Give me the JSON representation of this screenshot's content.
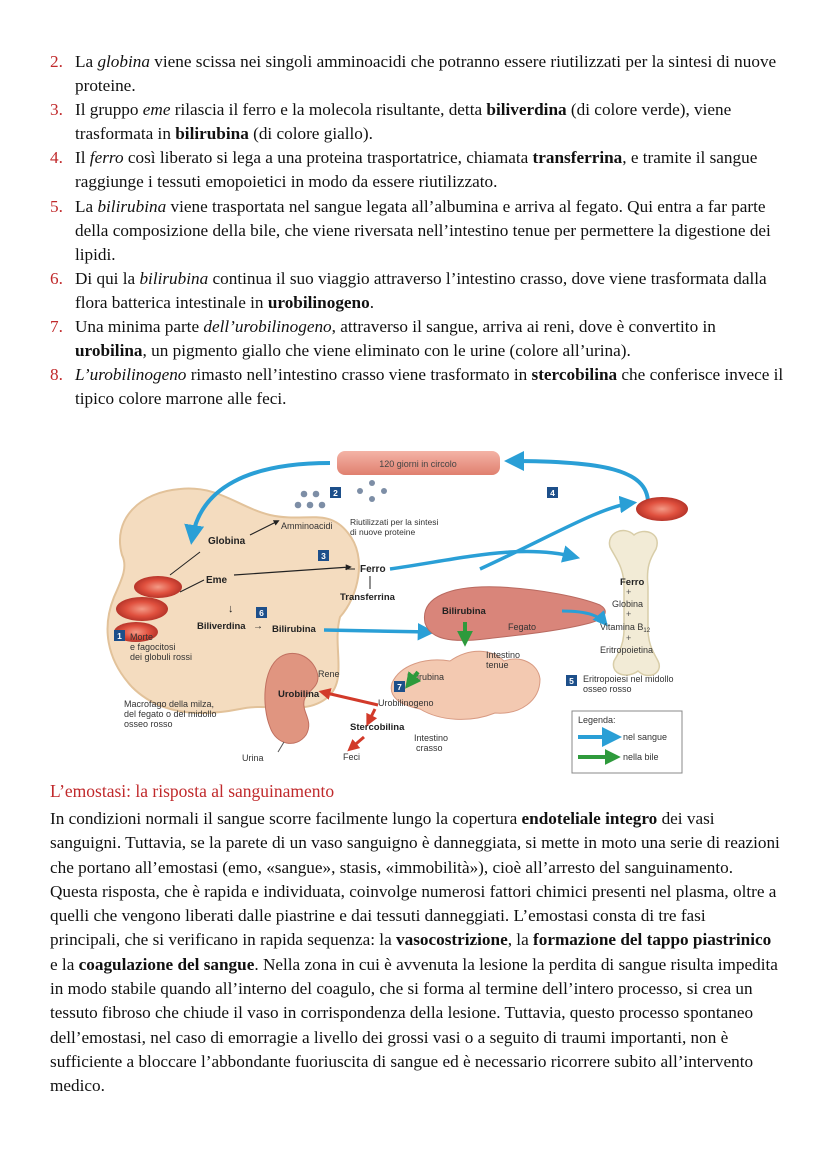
{
  "steps": [
    {
      "num": "2.",
      "parts": [
        " La ",
        {
          "i": "globina"
        },
        " viene scissa nei singoli amminoacidi che potranno essere riutilizzati per la sintesi di nuove proteine."
      ]
    },
    {
      "num": "3.",
      "parts": [
        "Il gruppo ",
        {
          "i": "eme"
        },
        " rilascia il ferro e la molecola risultante, detta ",
        {
          "b": "biliverdina"
        },
        " (di colore verde), viene trasformata in ",
        {
          "b": "bilirubina"
        },
        " (di colore giallo)."
      ]
    },
    {
      "num": "4.",
      "parts": [
        "Il ",
        {
          "i": "ferro"
        },
        " così liberato si lega a una proteina trasportatrice, chiamata ",
        {
          "b": "transferrina"
        },
        ", e tramite il sangue raggiunge i tessuti emopoietici in modo da essere riutilizzato."
      ]
    },
    {
      "num": "5.",
      "parts": [
        "La ",
        {
          "i": "bilirubina"
        },
        " viene trasportata nel sangue legata all’albumina e arriva al fegato. Qui entra a far parte della composizione della bile, che viene riversata nell’intestino tenue per permettere la digestione dei lipidi."
      ]
    },
    {
      "num": "6.",
      "parts": [
        "Di qui la ",
        {
          "i": "bilirubina"
        },
        " continua il suo viaggio attraverso l’intestino crasso, dove viene trasformata dalla flora batterica intestinale in ",
        {
          "b": "urobilinogeno"
        },
        "."
      ]
    },
    {
      "num": "7.",
      "parts": [
        "Una minima parte ",
        {
          "i": "dell’urobilinogeno"
        },
        ", attraverso il sangue, arriva ai reni, dove è convertito in ",
        {
          "b": "urobilina"
        },
        ", un pigmento giallo che viene eliminato con le urine (colore all’urina)."
      ]
    },
    {
      "num": "8.",
      "parts": [
        {
          "i": "L’urobilinogeno"
        },
        " rimasto nell’intestino crasso viene trasformato in ",
        {
          "b": "stercobilina"
        },
        " che conferisce invece il tipico colore marrone alle feci."
      ]
    }
  ],
  "diagram": {
    "circulation_label": "120 giorni in circolo",
    "badges": {
      "b1": "1",
      "b2": "2",
      "b3": "3",
      "b4": "4",
      "b5": "5",
      "b6": "6",
      "b7": "7"
    },
    "labels": {
      "amminoacidi": "Amminoacidi",
      "riutilizzati_1": "Riutilizzati per la sintesi",
      "riutilizzati_2": "di nuove proteine",
      "globina": "Globina",
      "eme": "Eme",
      "ferro_center": "Ferro",
      "transferrina": "Transferrina",
      "biliverdina": "Biliverdina",
      "bilirubina_left": "Bilirubina",
      "bilirubina_liver": "Bilirubina",
      "fegato": "Fegato",
      "intestino_tenue_1": "Intestino",
      "intestino_tenue_2": "tenue",
      "bilirubina_gut": "Bilirubina",
      "urobilinogeno": "Urobilinogeno",
      "stercobilina": "Stercobilina",
      "intestino_crasso_1": "Intestino",
      "intestino_crasso_2": "crasso",
      "feci": "Feci",
      "rene": "Rene",
      "urobilina": "Urobilina",
      "urina": "Urina",
      "morte_1": "Morte",
      "morte_2": "e fagocitosi",
      "morte_3": "dei globuli rossi",
      "macrofago_1": "Macrofago della milza,",
      "macrofago_2": "del fegato o del midollo",
      "macrofago_3": "osseo rosso",
      "bone_ferro": "Ferro",
      "bone_globina": "Globina",
      "bone_vitamina": "Vitamina B",
      "bone_vitamina_sub": "12",
      "bone_eritropoietina": "Eritropoietina",
      "eritropoiesi_1": "Eritropoiesi nel midollo",
      "eritropoiesi_2": "osseo rosso",
      "legenda": "Legenda:",
      "legend_sangue": "nel sangue",
      "legend_bile": "nella bile"
    },
    "colors": {
      "blood_arrow": "#2a9fd6",
      "bile_arrow": "#2e9a3c",
      "badge": "#1d4f8a",
      "rbc": "#e0503e",
      "liver": "#d9857a",
      "circulation_bar": "#e88a7a"
    }
  },
  "section": {
    "title": "L’emostasi: la risposta al sanguinamento",
    "paragraph": [
      "In condizioni normali il sangue scorre facilmente lungo la copertura ",
      {
        "b": "endoteliale integro"
      },
      " dei vasi sanguigni. Tuttavia, se la parete di un vaso sanguigno è danneggiata, si mette in moto una serie di reazioni che portano all’emostasi (emo, «sangue», stasis, «immobilità»), cioè all’arresto del sanguinamento. Questa risposta, che è rapida e individuata, coinvolge numerosi fattori chimici presenti nel plasma, oltre a quelli che vengono liberati dalle piastrine e dai tessuti danneggiati. L’emostasi consta di tre fasi principali, che si verificano in rapida sequenza: la ",
      {
        "b": "vasocostrizione"
      },
      ", la ",
      {
        "b": "formazione del tappo piastrinico"
      },
      " e la ",
      {
        "b": "coagulazione del sangue"
      },
      ". Nella zona in cui è avvenuta la lesione la perdita di sangue risulta impedita in modo stabile quando all’interno del coagulo, che si forma al termine dell’intero processo, si crea un tessuto fibroso che chiude il vaso in corrispondenza della lesione. Tuttavia, questo processo spontaneo dell’emostasi, nel caso di emorragie a livello dei grossi vasi o a seguito di traumi importanti, non è sufficiente a bloccare l’abbondante fuoriuscita di sangue ed è necessario ricorrere subito all’intervento medico."
    ]
  }
}
